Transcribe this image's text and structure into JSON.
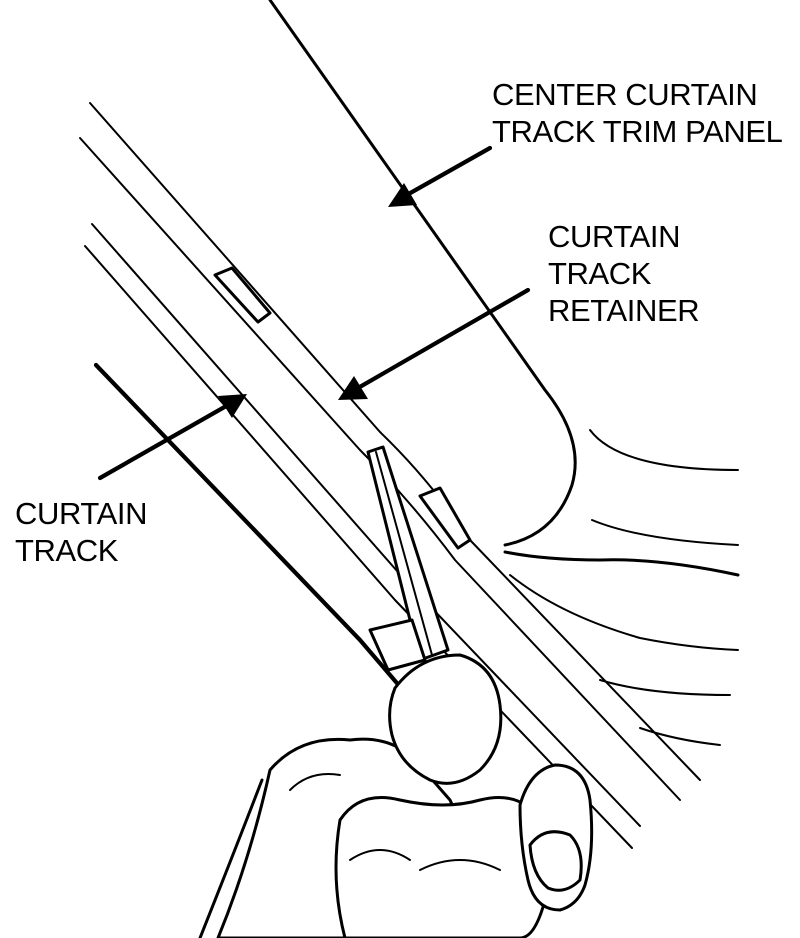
{
  "labels": {
    "center_panel": [
      "CENTER CURTAIN",
      "TRACK TRIM PANEL"
    ],
    "retainer": [
      "CURTAIN",
      "TRACK",
      "RETAINER"
    ],
    "track": [
      "CURTAIN",
      "TRACK"
    ]
  },
  "colors": {
    "line": "#000000",
    "background": "#ffffff"
  }
}
